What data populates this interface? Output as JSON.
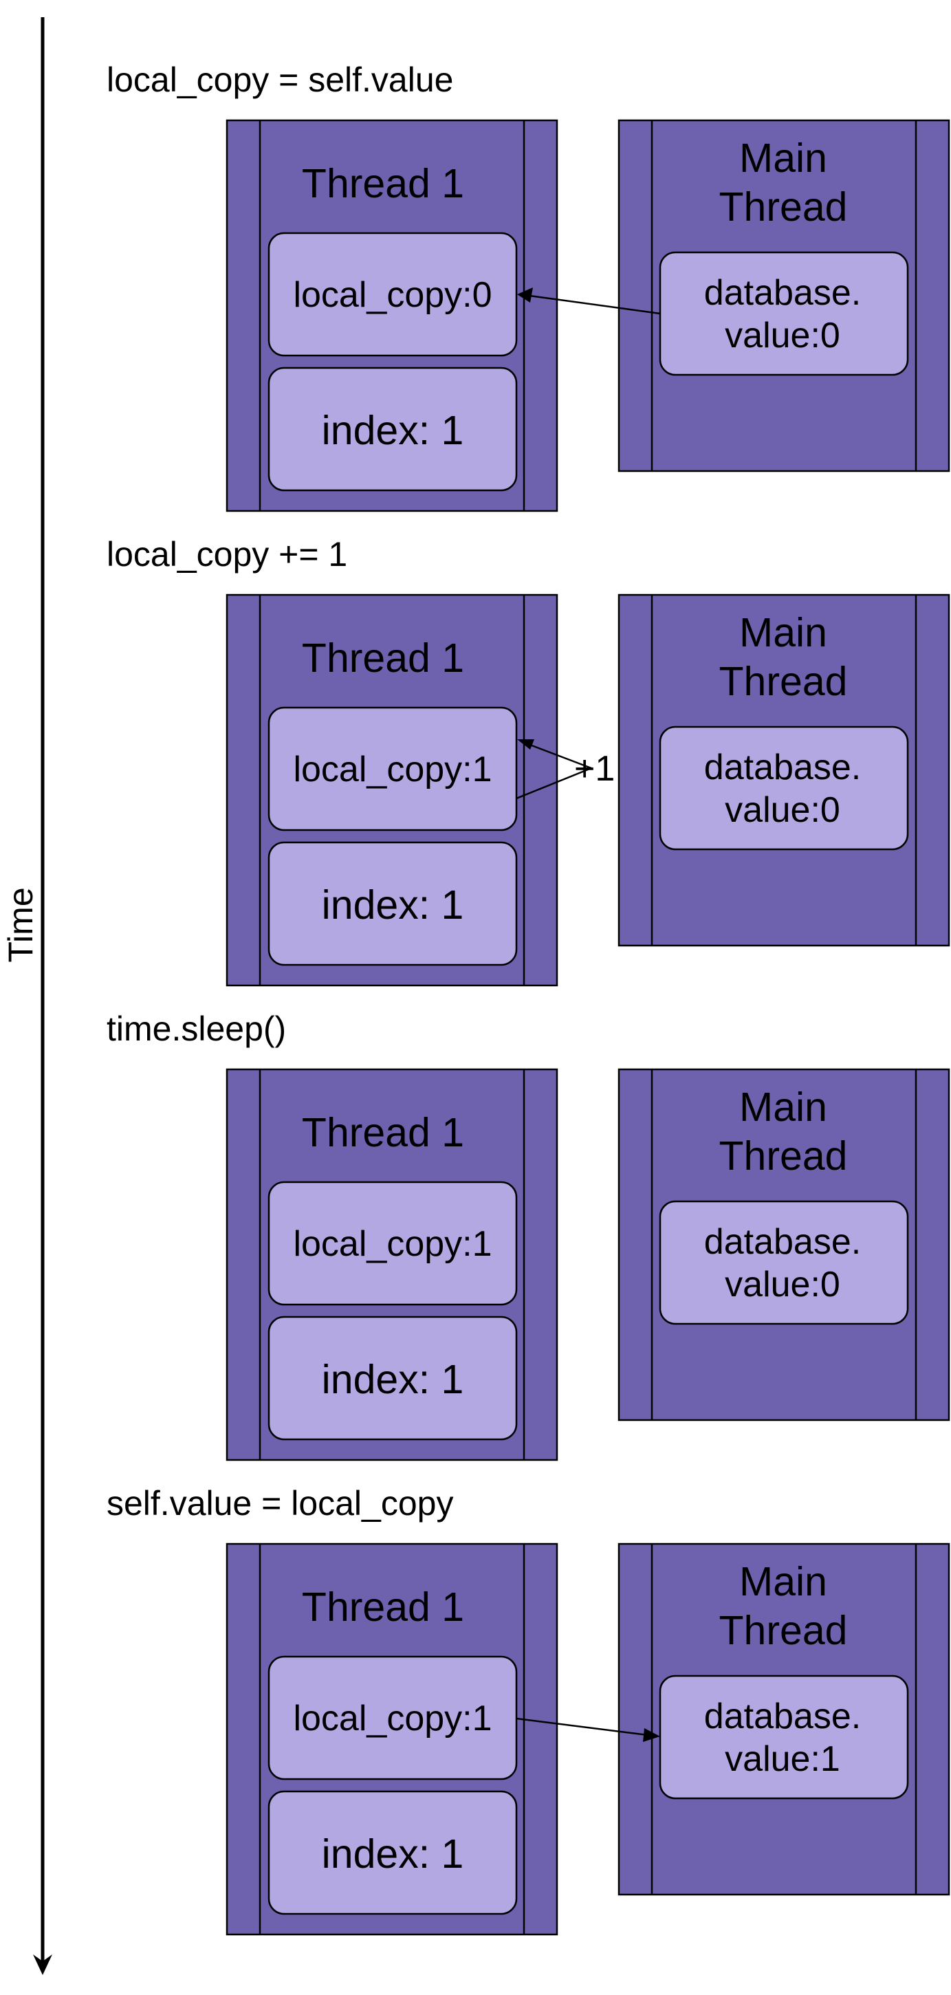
{
  "axis": {
    "label": "Time"
  },
  "steps": [
    {
      "caption": "local_copy = self.value",
      "thread": {
        "title": "Thread 1",
        "local_copy": "local_copy:0",
        "index": "index: 1"
      },
      "main": {
        "title_line1": "Main",
        "title_line2": "Thread",
        "value_line1": "database.",
        "value_line2": "value:0"
      },
      "arrow": "main-to-thread"
    },
    {
      "caption": "local_copy += 1",
      "thread": {
        "title": "Thread 1",
        "local_copy": "local_copy:1",
        "index": "index: 1"
      },
      "main": {
        "title_line1": "Main",
        "title_line2": "Thread",
        "value_line1": "database.",
        "value_line2": "value:0"
      },
      "arrow": "increment",
      "increment_label": "+1"
    },
    {
      "caption": "time.sleep()",
      "thread": {
        "title": "Thread 1",
        "local_copy": "local_copy:1",
        "index": "index: 1"
      },
      "main": {
        "title_line1": "Main",
        "title_line2": "Thread",
        "value_line1": "database.",
        "value_line2": "value:0"
      },
      "arrow": "none"
    },
    {
      "caption": "self.value = local_copy",
      "thread": {
        "title": "Thread 1",
        "local_copy": "local_copy:1",
        "index": "index: 1"
      },
      "main": {
        "title_line1": "Main",
        "title_line2": "Thread",
        "value_line1": "database.",
        "value_line2": "value:1"
      },
      "arrow": "thread-to-main"
    }
  ],
  "colors": {
    "thread_fill": "#6e61ae",
    "value_fill": "#b4a8e3",
    "line": "#000000"
  }
}
